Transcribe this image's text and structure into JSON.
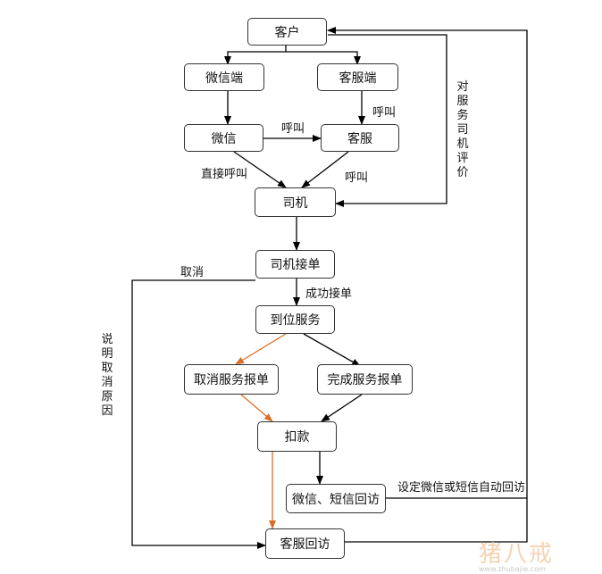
{
  "nodes": {
    "customer": "客户",
    "wechat_end": "微信端",
    "service_end": "客服端",
    "wechat": "微信",
    "service": "客服",
    "driver": "司机",
    "accept": "司机接单",
    "arrive": "到位服务",
    "cancel_report": "取消服务报单",
    "complete_report": "完成服务报单",
    "deduct": "扣款",
    "callback_msg": "微信、短信回访",
    "service_callback": "客服回访"
  },
  "labels": {
    "call_1": "呼叫",
    "call_2": "呼叫",
    "call_3": "呼叫",
    "direct_call": "直接呼叫",
    "cancel": "取消",
    "success": "成功接单",
    "rate_driver": "对服务司机评价",
    "explain_cancel": "说明取消原因",
    "auto_callback": "设定微信或短信自动回访"
  },
  "watermark": {
    "text": "猪八戒",
    "url": "www.zhubajie.com"
  },
  "colors": {
    "line": "#000000",
    "cancel_path": "#d9702a"
  }
}
